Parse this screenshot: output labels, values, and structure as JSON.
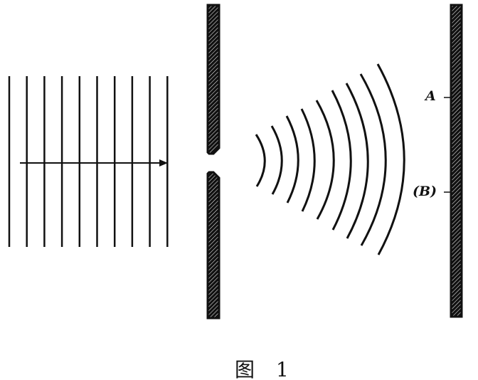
{
  "labels": {
    "point_a": "A",
    "point_b": "(B)"
  },
  "caption": {
    "figure_char": "图",
    "figure_number": "1"
  },
  "colors": {
    "ink": "#111111",
    "background": "#ffffff"
  },
  "diagram": {
    "plane_wavefronts": 10,
    "diffracted_wavefronts": 9
  }
}
